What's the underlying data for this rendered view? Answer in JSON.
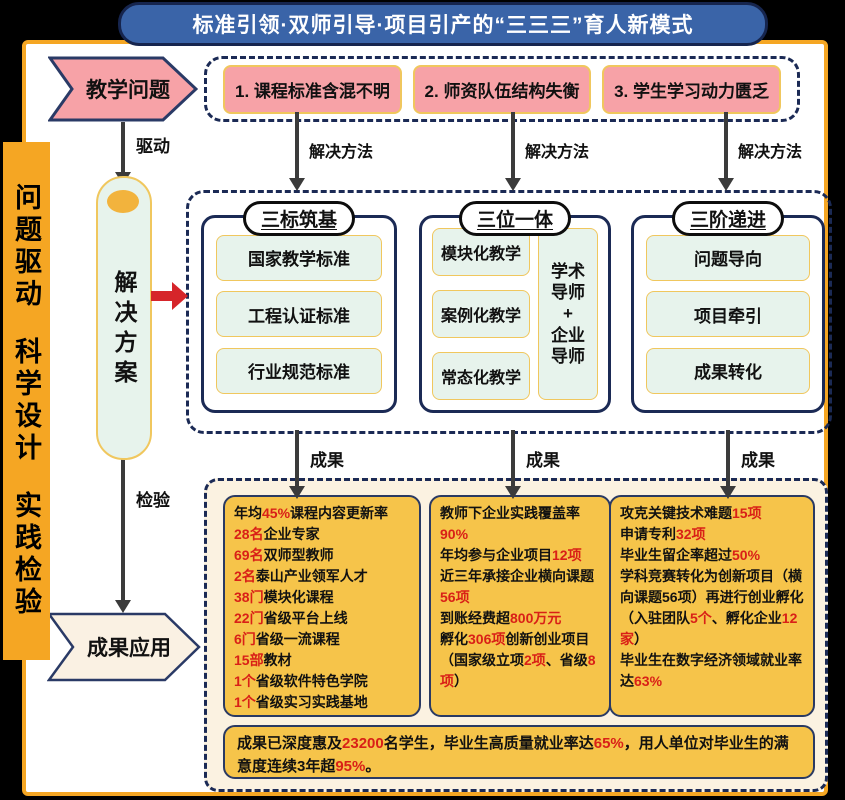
{
  "title": "标准引领·双师引导·项目引产的“三三三”育人新模式",
  "colors": {
    "navy": "#1b2a55",
    "banner": "#3a64a8",
    "orange": "#f5a623",
    "gold": "#f0c75e",
    "pink": "#f7a2a7",
    "mint": "#e7f3ec",
    "cream": "#fbf2e1",
    "resbox": "#f6c44a",
    "red": "#d92017",
    "dot": "#f2b33d",
    "paper": "#faf1e3"
  },
  "left_bar": {
    "items": [
      "问题驱动",
      "科学设计",
      "实践检验"
    ]
  },
  "flow": {
    "problem_label": "教学问题",
    "drive_label": "驱动",
    "solution_label": "解决方案",
    "test_label": "检验",
    "outcome_label": "成果应用"
  },
  "problems": {
    "items": [
      "1. 课程标准含混不明",
      "2. 师资队伍结构失衡",
      "3. 学生学习动力匮乏"
    ],
    "connector_label": "解决方法"
  },
  "solutions": {
    "connector_label": "成果",
    "groups": [
      {
        "header": "三标筑基",
        "items": [
          "国家教学标准",
          "工程认证标准",
          "行业规范标准"
        ]
      },
      {
        "header": "三位一体",
        "items": [
          "模块化教学",
          "案例化教学",
          "常态化教学"
        ],
        "side": "学术\n导师\n+\n企业\n导师"
      },
      {
        "header": "三阶递进",
        "items": [
          "问题导向",
          "项目牵引",
          "成果转化"
        ]
      }
    ]
  },
  "results": {
    "boxes": [
      {
        "lines": [
          [
            {
              "t": "年均"
            },
            {
              "t": "45%",
              "red": true
            },
            {
              "t": "课程内容更新率"
            }
          ],
          [
            {
              "t": "28名",
              "red": true
            },
            {
              "t": "企业专家"
            }
          ],
          [
            {
              "t": "69名",
              "red": true
            },
            {
              "t": "双师型教师"
            }
          ],
          [
            {
              "t": "2名",
              "red": true
            },
            {
              "t": "泰山产业领军人才"
            }
          ],
          [
            {
              "t": "38门",
              "red": true
            },
            {
              "t": "模块化课程"
            }
          ],
          [
            {
              "t": "22门",
              "red": true
            },
            {
              "t": "省级平台上线"
            }
          ],
          [
            {
              "t": "6门",
              "red": true
            },
            {
              "t": "省级一流课程"
            }
          ],
          [
            {
              "t": "15部",
              "red": true
            },
            {
              "t": "教材"
            }
          ],
          [
            {
              "t": "1个",
              "red": true
            },
            {
              "t": "省级软件特色学院"
            }
          ],
          [
            {
              "t": "1个",
              "red": true
            },
            {
              "t": "省级实习实践基地"
            }
          ]
        ]
      },
      {
        "lines": [
          [
            {
              "t": "教师下企业实践覆盖率"
            },
            {
              "t": "90%",
              "red": true
            }
          ],
          [
            {
              "t": "年均参与企业项目"
            },
            {
              "t": "12项",
              "red": true
            }
          ],
          [
            {
              "t": "近三年承接企业横向课题"
            },
            {
              "t": "56项",
              "red": true
            }
          ],
          [
            {
              "t": "到账经费超"
            },
            {
              "t": "800万元",
              "red": true
            }
          ],
          [
            {
              "t": "孵化"
            },
            {
              "t": "306项",
              "red": true
            },
            {
              "t": "创新创业项目（国家级立项"
            },
            {
              "t": "2项",
              "red": true
            },
            {
              "t": "、省级"
            },
            {
              "t": "8项",
              "red": true
            },
            {
              "t": "）"
            }
          ]
        ]
      },
      {
        "lines": [
          [
            {
              "t": "攻克关键技术难题"
            },
            {
              "t": "15项",
              "red": true
            }
          ],
          [
            {
              "t": "申请专利"
            },
            {
              "t": "32项",
              "red": true
            }
          ],
          [
            {
              "t": "毕业生留企率超过"
            },
            {
              "t": "50%",
              "red": true
            }
          ],
          [
            {
              "t": "学科竞赛转化为创新项目（横向课题56项）再进行创业孵化（入驻团队"
            },
            {
              "t": "5个",
              "red": true
            },
            {
              "t": "、孵化企业"
            },
            {
              "t": "12家",
              "red": true
            },
            {
              "t": "）"
            }
          ],
          [
            {
              "t": "毕业生在数字经济领域就业率达"
            },
            {
              "t": "63%",
              "red": true
            }
          ]
        ]
      }
    ],
    "summary": [
      [
        {
          "t": "成果已深度惠及"
        },
        {
          "t": "23200",
          "red": true
        },
        {
          "t": "名学生，毕业生高质量就业率达"
        },
        {
          "t": "65%",
          "red": true
        },
        {
          "t": "，用人单位对毕业生的满意度连续3年超"
        },
        {
          "t": "95%",
          "red": true
        },
        {
          "t": "。"
        }
      ]
    ]
  }
}
